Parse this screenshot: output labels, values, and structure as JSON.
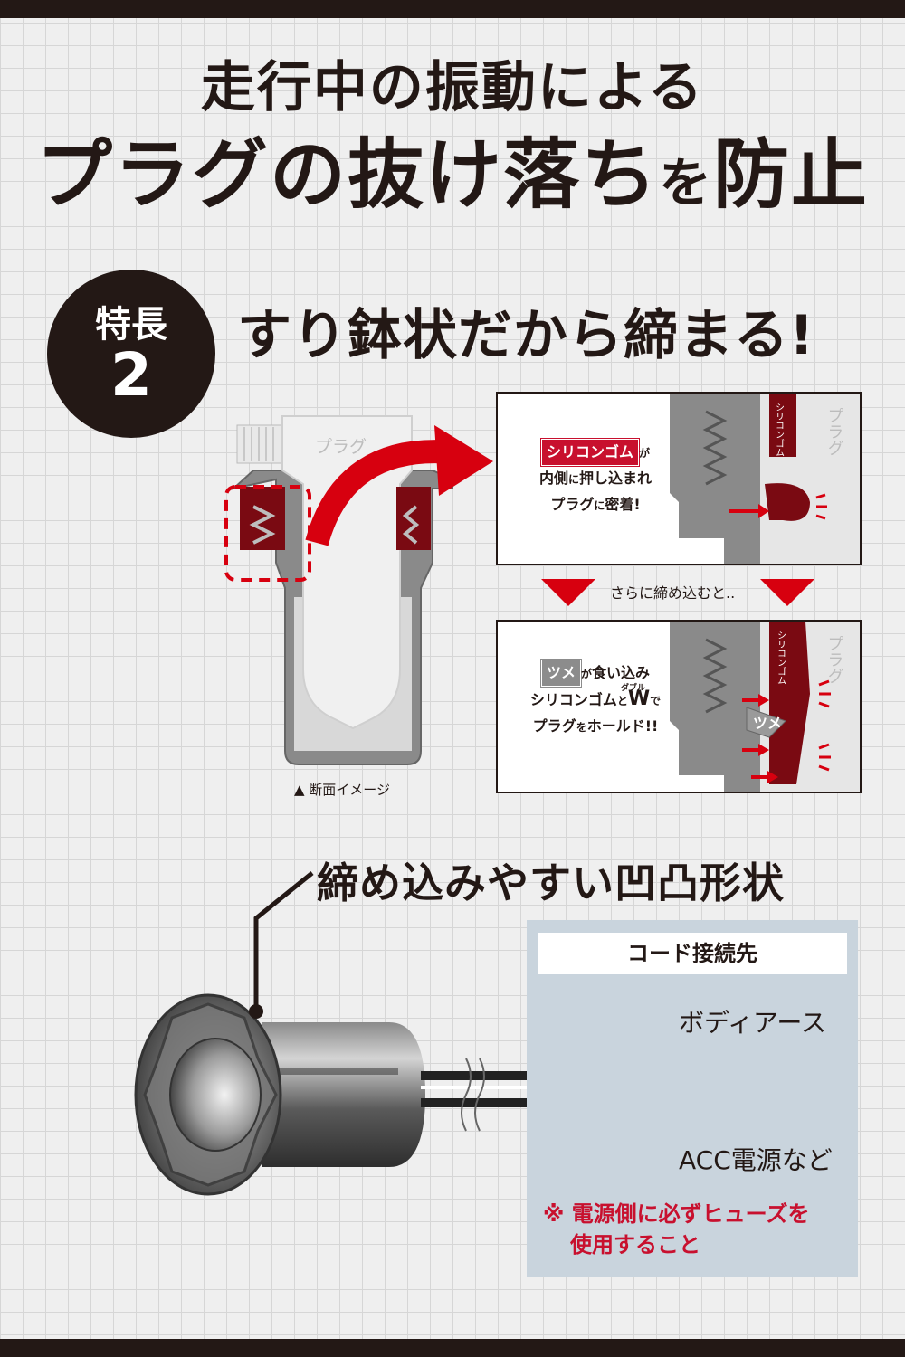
{
  "title": {
    "line1": "走行中の振動による",
    "line2_main": "プラグの抜け落ち",
    "line2_small": "を",
    "line2_end": "防止"
  },
  "feature": {
    "label": "特長",
    "number": "2",
    "heading": "すり鉢状だから締まる!"
  },
  "diagram": {
    "plug_label": "プラグ",
    "caption": "▲ 断面イメージ"
  },
  "panel1": {
    "tag": "シリコンゴム",
    "line1_suffix": "が",
    "line2_a": "内側",
    "line2_b": "に",
    "line2_c": "押し込まれ",
    "line3_a": "プラグ",
    "line3_b": "に",
    "line3_c": "密着!",
    "rubber_label": "シリコンゴム",
    "plug_label": "プラグ"
  },
  "transition": {
    "text": "さらに締め込むと.."
  },
  "panel2": {
    "tag": "ツメ",
    "line1_suffix": "が",
    "line1_c": "食い込み",
    "ruby": "ダブル",
    "line2_a": "シリコンゴム",
    "line2_b": "と",
    "line2_w": "W",
    "line2_c": "で",
    "line3_a": "プラグ",
    "line3_b": "を",
    "line3_c": "ホールド!!",
    "rubber_label": "シリコンゴム",
    "plug_label": "プラグ",
    "claw_label": "ツメ"
  },
  "socket": {
    "heading": "締め込みやすい凹凸形状"
  },
  "connection": {
    "title": "コード接続先",
    "negative_label": "ボディアース",
    "positive_label": "ACC電源など",
    "note_line1": "※ 電源側に必ずヒューズを",
    "note_line2": "使用すること"
  },
  "colors": {
    "accent_red": "#d7000f",
    "dark": "#231815",
    "panel_bg": "#c9d4dd"
  }
}
